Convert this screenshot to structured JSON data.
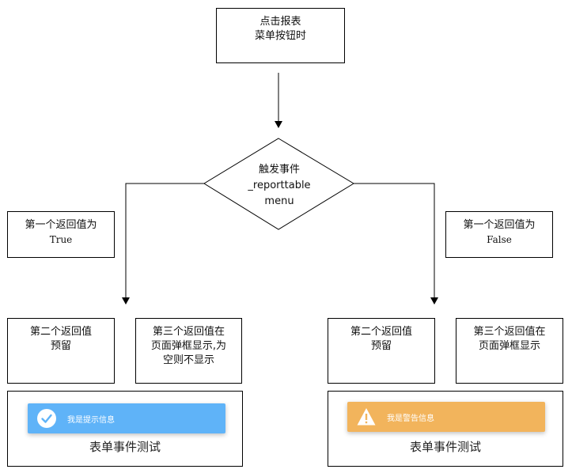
{
  "nodes": {
    "start": [
      "点击报表",
      "菜单按钮时"
    ],
    "decision": [
      "触发事件",
      "_reporttable",
      "menu"
    ],
    "true_label": [
      "第一个返回值为",
      "True"
    ],
    "false_label": [
      "第一个返回值为",
      "False"
    ],
    "true_second": [
      "第二个返回值",
      "预留"
    ],
    "true_third": [
      "第三个返回值在",
      "页面弹框显示,为",
      "空则不显示"
    ],
    "false_second": [
      "第二个返回值",
      "预留"
    ],
    "false_third": [
      "第三个返回值在",
      "页面弹框显示"
    ]
  },
  "demo_true": {
    "toast_text": "我是提示信息",
    "caption": "表单事件测试",
    "toast_color": "#5fb3f8",
    "icon": "check-circle-icon"
  },
  "demo_false": {
    "toast_text": "我是警告信息",
    "caption": "表单事件测试",
    "toast_color": "#f2b45c",
    "icon": "warning-triangle-icon"
  }
}
